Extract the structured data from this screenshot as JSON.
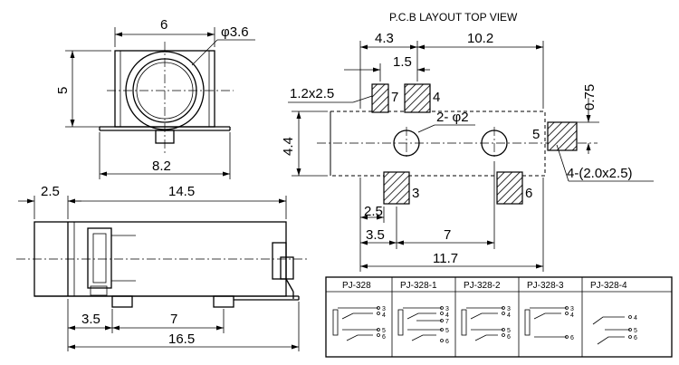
{
  "title": "P.C.B LAYOUT  TOP VIEW",
  "front_view": {
    "width_dim": "6",
    "diameter_dim": "φ3.6",
    "height_dim": "5",
    "base_dim": "8.2"
  },
  "side_view": {
    "offset_dim": "2.5",
    "length_dim": "14.5",
    "pin_spacing_a": "3.5",
    "pin_spacing_b": "7",
    "total_dim": "16.5"
  },
  "pcb_layout": {
    "dim_top_left": "4.3",
    "dim_top_right": "10.2",
    "dim_pad_gap": "1.5",
    "pad_size_small": "1.2x2.5",
    "dim_vertical": "0.75",
    "hole_label": "2- φ2",
    "dim_height": "4.4",
    "pad_size_large": "4-(2.0x2.5)",
    "dim_pad_offset": "2.5",
    "dim_bottom_a": "3.5",
    "dim_bottom_b": "7",
    "dim_total": "11.7",
    "pads": [
      "7",
      "4",
      "5",
      "3",
      "6"
    ]
  },
  "table": {
    "headers": [
      "PJ-328",
      "PJ-328-1",
      "PJ-328-2",
      "PJ-328-3",
      "PJ-328-4"
    ],
    "pins": [
      [
        "3",
        "4",
        "5",
        "6"
      ],
      [
        "3",
        "4",
        "7",
        "5",
        "6"
      ],
      [
        "3",
        "4",
        "5",
        "6"
      ],
      [
        "3",
        "4",
        "6"
      ],
      [
        "4",
        "5",
        "6"
      ]
    ]
  }
}
